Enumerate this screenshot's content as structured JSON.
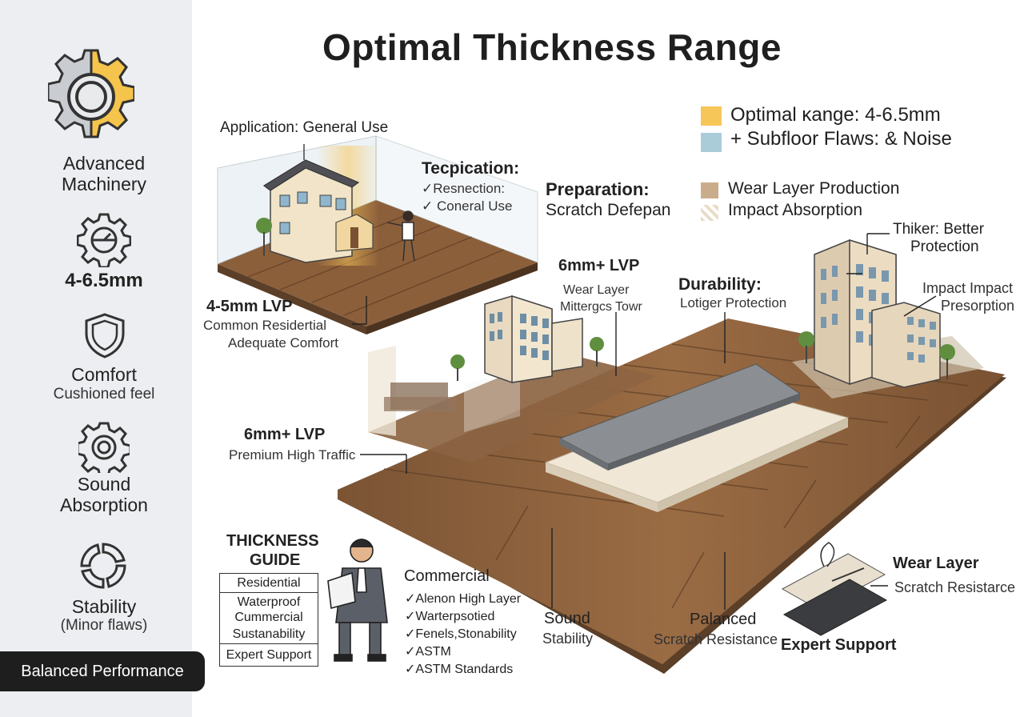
{
  "title": "Optimal Thickness Range",
  "sidebar": {
    "items": [
      {
        "icon": "gear-icon",
        "label": "Advanced\nMachinery",
        "sub": ""
      },
      {
        "icon": "gear-gauge-icon",
        "label": "4-6.5mm",
        "sub": ""
      },
      {
        "icon": "shield-icon",
        "label": "Comfort",
        "sub": "Cushioned feel"
      },
      {
        "icon": "sound-gear-icon",
        "label": "Sound\nAbsorption",
        "sub": ""
      },
      {
        "icon": "cycle-icon",
        "label": "Stability",
        "sub": "(Minor flaws)"
      }
    ],
    "badge": "Balanced Performance"
  },
  "legend": {
    "items": [
      {
        "color": "#f7c659",
        "text": "Optimal ĸange: 4-6.5mm"
      },
      {
        "color": "#a9ccd8",
        "text": "+ Subfloor Flaws: & Noise"
      },
      {
        "color": "#c9ad8b",
        "text": "Wear Layer Production"
      },
      {
        "color": "#e8dcc8",
        "text": "Impact Absorption"
      }
    ]
  },
  "labels": {
    "application": "Application: General Use",
    "tecpication_title": "Tecpication:",
    "tecpication_1": "✓Resnection:",
    "tecpication_2": "✓ Coneral Use",
    "preparation_title": "Preparation:",
    "preparation_sub": "Scratch Defepan",
    "lvp45_title": "4-5mm LVP",
    "lvp45_1": "Common Residertial",
    "lvp45_2": "Adequate Comfort",
    "lvp6_top_title": "6mm+ LVP",
    "lvp6_top_1": "Wear Layer",
    "lvp6_top_2": "Mittergcs Towr",
    "durability_title": "Durability:",
    "durability_sub": "Lotiger Protection",
    "thiker_1": "Thiker: Better",
    "thiker_2": "Protection",
    "impact_1": "Impact Impact",
    "impact_2": "Presorption",
    "lvp6_mid_title": "6mm+ LVP",
    "lvp6_mid_sub": "Premium High Traffic",
    "guide_title_1": "THICKNESS",
    "guide_title_2": "GUIDE",
    "commercial_title": "Commercial",
    "sound_1": "Sound",
    "sound_2": "Stability",
    "palanced_1": "Palanced",
    "palanced_2": "Scratch Resistance",
    "wear_title": "Wear Layer",
    "wear_sub": "Scratch Resistarce",
    "expert": "Expert Support"
  },
  "guide_rows": [
    "Residential",
    "Waterproof",
    "Cummercial",
    "Sustanability",
    "Expert Support"
  ],
  "commercial_list": [
    "Alenon High Layer",
    "Warterpsotied",
    "Fenels,Stonability",
    "ASTM",
    "ASTM Standards"
  ]
}
